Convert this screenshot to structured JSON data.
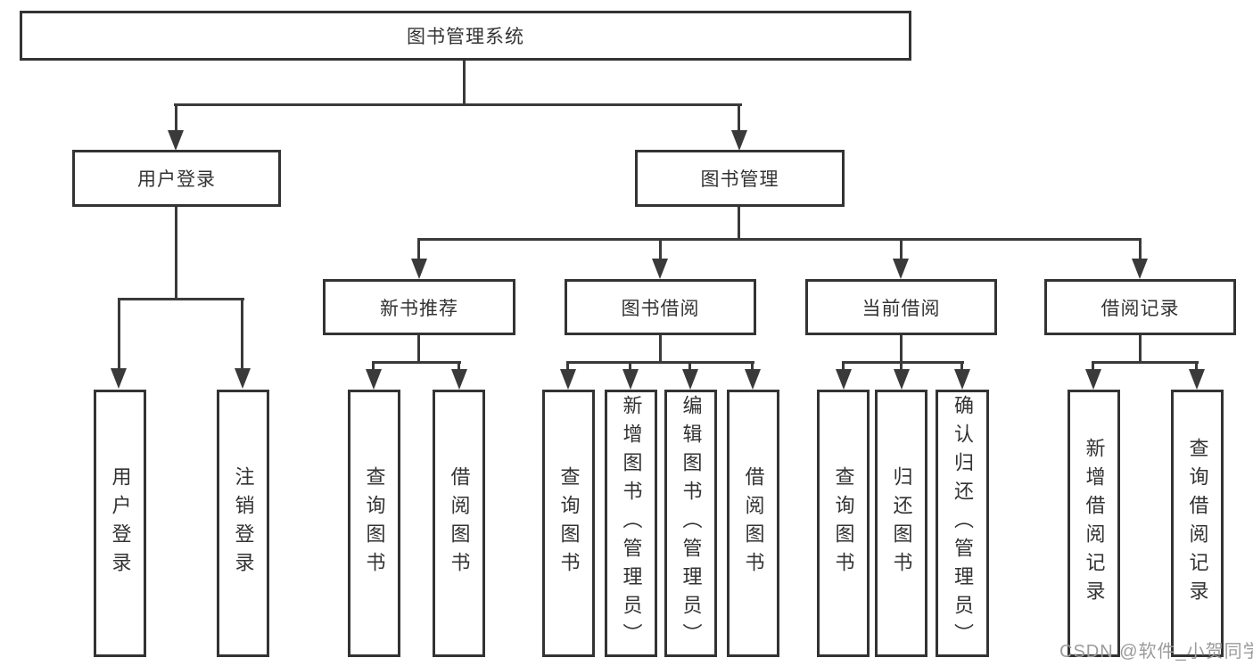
{
  "tree": {
    "root": "图书管理系统",
    "level2": [
      {
        "label": "用户登录"
      },
      {
        "label": "图书管理"
      }
    ],
    "level3": [
      {
        "label": "新书推荐"
      },
      {
        "label": "图书借阅"
      },
      {
        "label": "当前借阅"
      },
      {
        "label": "借阅记录"
      }
    ],
    "leaves": {
      "user": [
        "用户登录",
        "注销登录"
      ],
      "recommend": [
        "查询图书",
        "借阅图书"
      ],
      "borrow": [
        "查询图书",
        "新增图书（管理员）",
        "编辑图书（管理员）",
        "借阅图书"
      ],
      "current": [
        "查询图书",
        "归还图书",
        "确认归还（管理员）"
      ],
      "records": [
        "新增借阅记录",
        "查询借阅记录"
      ]
    }
  },
  "watermark": "CSDN @软件_小贺同学",
  "colors": {
    "line": "#3a3a3a",
    "box_border": "#333333",
    "box_fill": "#ffffff",
    "text": "#333333",
    "watermark": "#9b9b9b"
  }
}
